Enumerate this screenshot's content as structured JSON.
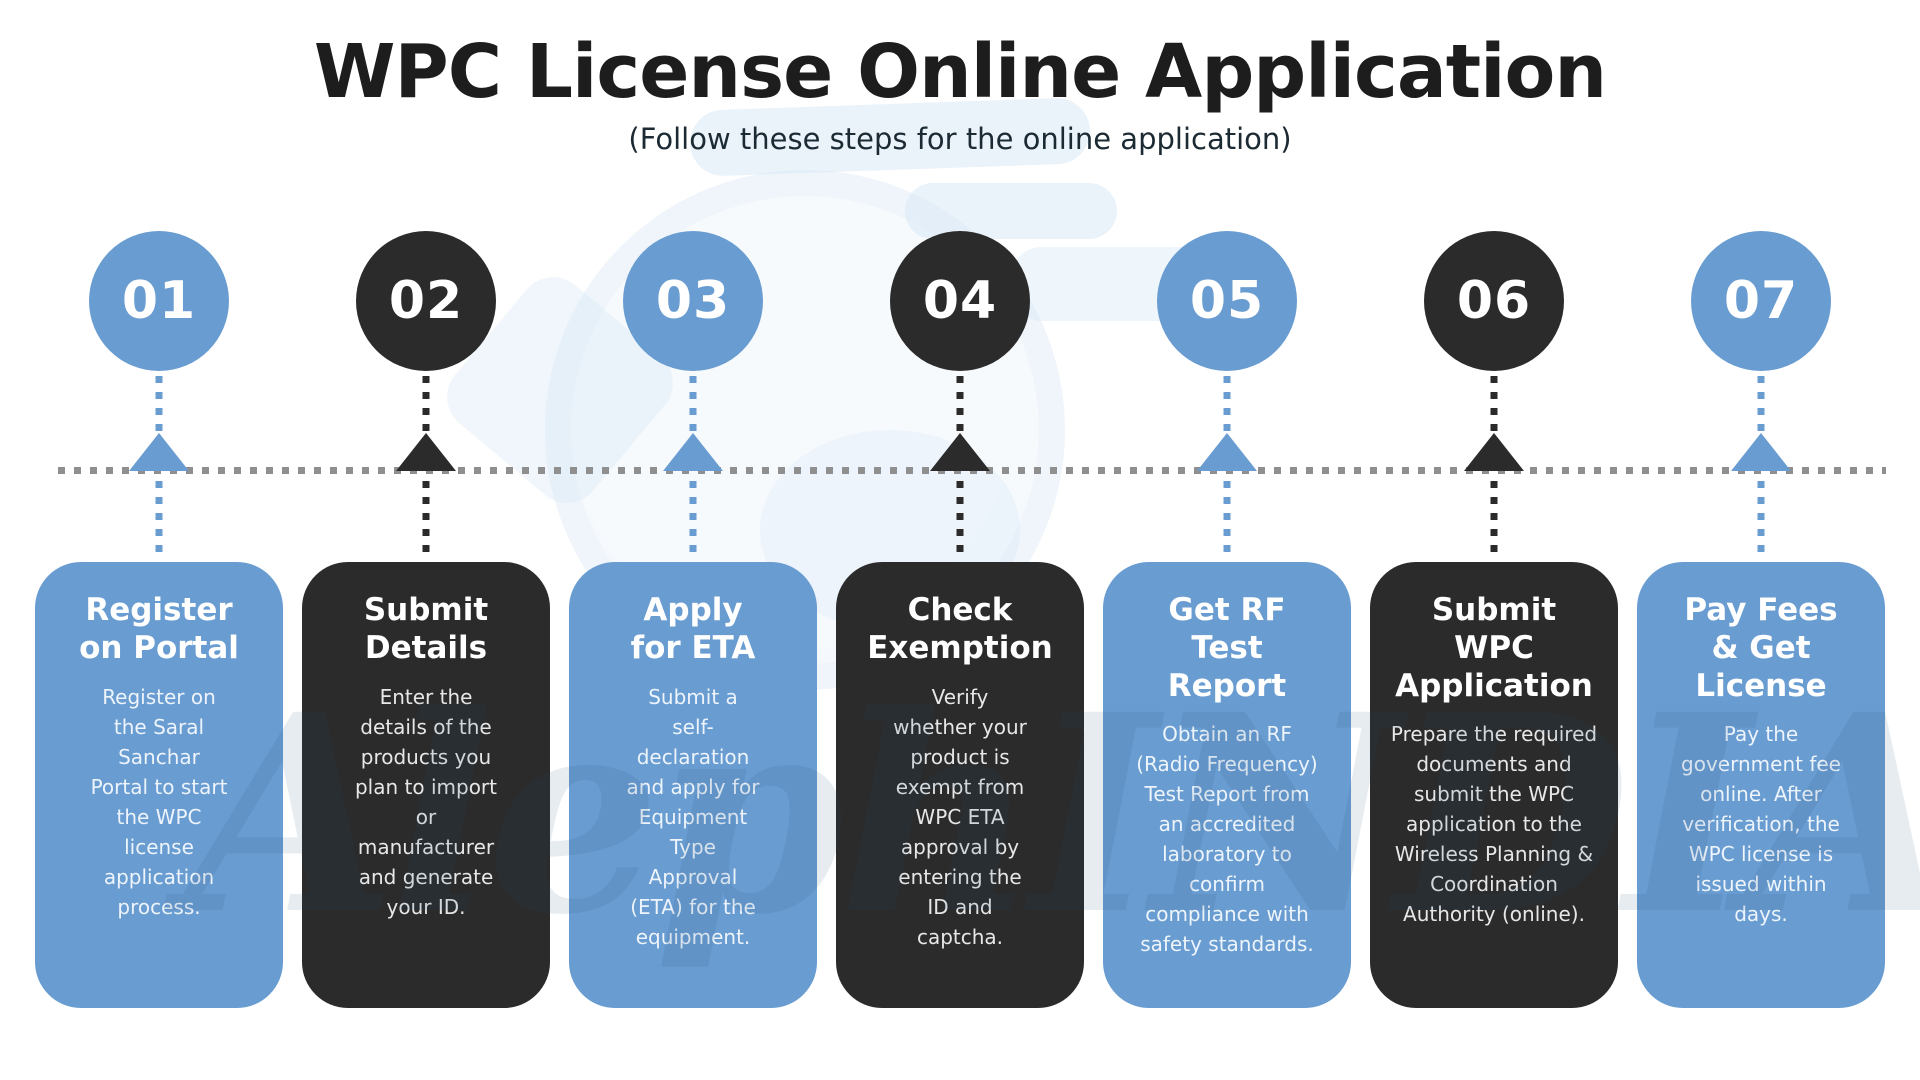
{
  "header": {
    "title": "WPC License Online Application",
    "subtitle": "(Follow these steps for the online application)"
  },
  "watermark": {
    "text": "AlephINDIA"
  },
  "colors": {
    "blue": "#699CD1",
    "dark": "#2B2B2B",
    "connector_gray": "#8F8F8F",
    "title_text": "#1D1D1D"
  },
  "steps": [
    {
      "number": "01",
      "theme": "blue",
      "title_lines": [
        "Register",
        "on Portal"
      ],
      "description_lines": [
        "Register on",
        "the Saral",
        "Sanchar",
        "Portal to start",
        "the WPC",
        "license",
        "application",
        "process."
      ]
    },
    {
      "number": "02",
      "theme": "dark",
      "title_lines": [
        "Submit",
        "Details"
      ],
      "description_lines": [
        "Enter the",
        "details of the",
        "products you",
        "plan to import",
        "or",
        "manufacturer",
        "and generate",
        "your ID."
      ]
    },
    {
      "number": "03",
      "theme": "blue",
      "title_lines": [
        "Apply",
        "for ETA"
      ],
      "description_lines": [
        "Submit a",
        "self-",
        "declaration",
        "and apply for",
        "Equipment",
        "Type",
        "Approval",
        "(ETA) for the",
        "equipment."
      ]
    },
    {
      "number": "04",
      "theme": "dark",
      "title_lines": [
        "Check",
        "Exemption"
      ],
      "description_lines": [
        "Verify",
        "whether your",
        "product is",
        "exempt from",
        "WPC ETA",
        "approval by",
        "entering the",
        "ID and",
        "captcha."
      ]
    },
    {
      "number": "05",
      "theme": "blue",
      "title_lines": [
        "Get RF",
        "Test",
        "Report"
      ],
      "description_lines": [
        "Obtain an RF",
        "(Radio Frequency)",
        "Test Report from",
        "an accredited",
        "laboratory to",
        "confirm",
        "compliance with",
        "safety standards."
      ]
    },
    {
      "number": "06",
      "theme": "dark",
      "title_lines": [
        "Submit",
        "WPC",
        "Application"
      ],
      "description_lines": [
        "Prepare the required",
        "documents and",
        "submit the WPC",
        "application to the",
        "Wireless Planning &",
        "Coordination",
        "Authority (online)."
      ]
    },
    {
      "number": "07",
      "theme": "blue",
      "title_lines": [
        "Pay Fees",
        "& Get",
        "License"
      ],
      "description_lines": [
        "Pay the",
        "government fee",
        "online. After",
        "verification, the",
        "WPC license is",
        "issued within",
        "days."
      ]
    }
  ]
}
